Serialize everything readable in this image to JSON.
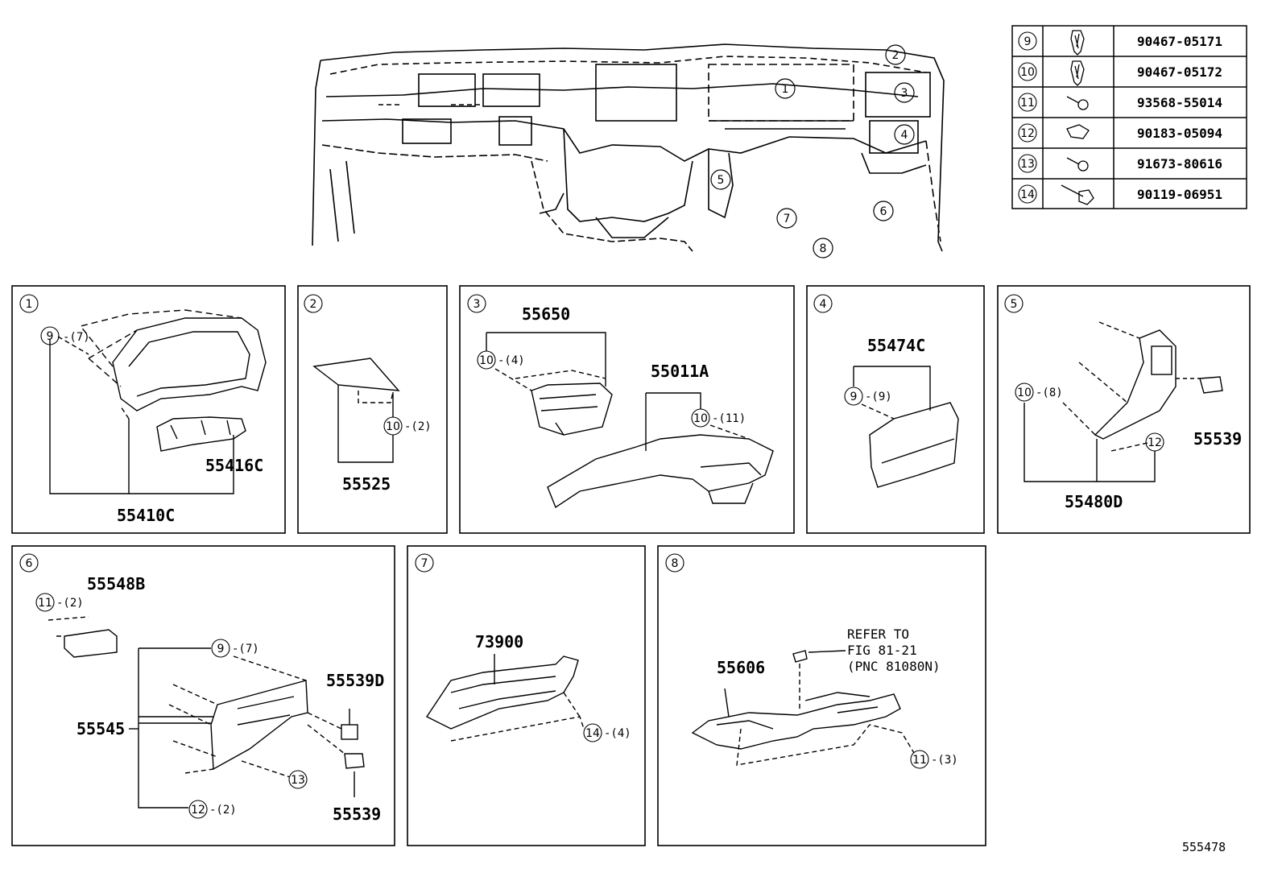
{
  "fasteners": [
    {
      "ref": "9",
      "part": "90467-05171",
      "icon": "clip-icon"
    },
    {
      "ref": "10",
      "part": "90467-05172",
      "icon": "clip-icon"
    },
    {
      "ref": "11",
      "part": "93568-55014",
      "icon": "screw-icon"
    },
    {
      "ref": "12",
      "part": "90183-05094",
      "icon": "nut-icon"
    },
    {
      "ref": "13",
      "part": "91673-80616",
      "icon": "screw-icon"
    },
    {
      "ref": "14",
      "part": "90119-06951",
      "icon": "bolt-icon"
    }
  ],
  "overview_callouts": [
    "1",
    "2",
    "3",
    "4",
    "5",
    "6",
    "7",
    "8"
  ],
  "panels": {
    "p1": {
      "num": "1",
      "pnc_main": "55410C",
      "pnc_sub": "55416C",
      "clip_ref": "9",
      "clip_qty": "-(7)"
    },
    "p2": {
      "num": "2",
      "pnc_main": "55525",
      "clip_ref": "10",
      "clip_qty": "-(2)"
    },
    "p3": {
      "num": "3",
      "pnc_a": "55650",
      "pnc_b": "55011A",
      "clip_a_ref": "10",
      "clip_a_qty": "-(4)",
      "clip_b_ref": "10",
      "clip_b_qty": "-(11)"
    },
    "p4": {
      "num": "4",
      "pnc_main": "55474C",
      "clip_ref": "9",
      "clip_qty": "-(9)"
    },
    "p5": {
      "num": "5",
      "pnc_main": "55480D",
      "pnc_sub": "55539",
      "clip_ref": "10",
      "clip_qty": "-(8)",
      "nut_ref": "12"
    },
    "p6": {
      "num": "6",
      "pnc_a": "55548B",
      "pnc_b": "55545",
      "pnc_c": "55539D",
      "pnc_d": "55539",
      "screw_ref": "11",
      "screw_qty": "-(2)",
      "clip_ref": "9",
      "clip_qty": "-(7)",
      "nut_ref": "12",
      "nut_qty": "-(2)",
      "screw2_ref": "13"
    },
    "p7": {
      "num": "7",
      "pnc_main": "73900",
      "bolt_ref": "14",
      "bolt_qty": "-(4)"
    },
    "p8": {
      "num": "8",
      "pnc_main": "55606",
      "screw_ref": "11",
      "screw_qty": "-(3)",
      "refer_1": "REFER TO",
      "refer_2": "FIG 81-21",
      "refer_3": "(PNC 81080N)"
    }
  },
  "figure_number": "555478"
}
